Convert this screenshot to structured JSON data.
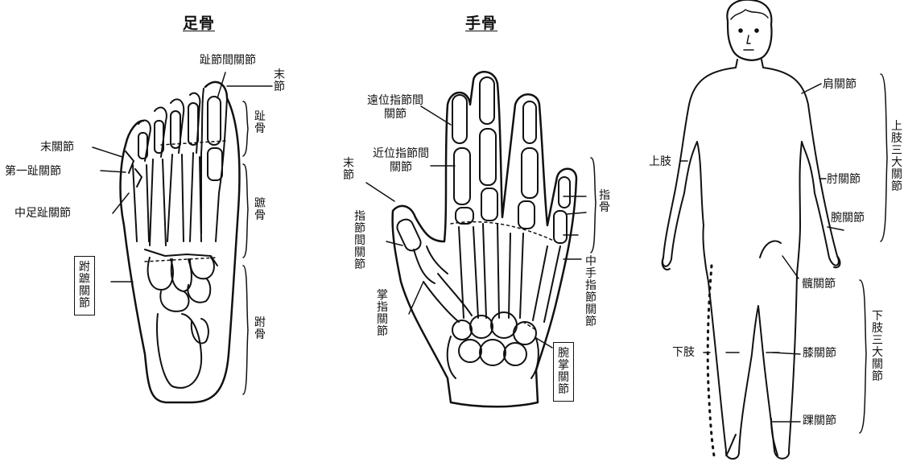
{
  "foot": {
    "title": "足骨",
    "labels": {
      "interphalangeal": "趾節間關節",
      "distal_phalanx": "末節",
      "toe_bones": "趾骨",
      "distal_joint": "末關節",
      "first_toe_joint": "第一趾關節",
      "metatarsophalangeal": "中足趾關節",
      "metatarsals": "蹠骨",
      "tarsometatarsal": "跗蹠關節",
      "tarsals": "跗骨"
    }
  },
  "hand": {
    "title": "手骨",
    "labels": {
      "distal_interphalangeal": "遠位指節間關節",
      "proximal_interphalangeal": "近位指節間關節",
      "distal_phalanx": "末節",
      "finger_bones": "指骨",
      "interphalangeal": "指節間關節",
      "metacarpophalangeal_right": "中手指節關節",
      "metacarpophalangeal_left": "掌指關節",
      "carpometacarpal": "腕掌關節"
    }
  },
  "body": {
    "labels": {
      "shoulder": "肩關節",
      "elbow": "肘關節",
      "wrist": "腕關節",
      "upper_limb": "上肢",
      "upper_three": "上肢三大關節",
      "hip": "髖關節",
      "knee": "膝關節",
      "ankle": "踝關節",
      "lower_limb": "下肢",
      "lower_three": "下肢三大關節"
    }
  }
}
